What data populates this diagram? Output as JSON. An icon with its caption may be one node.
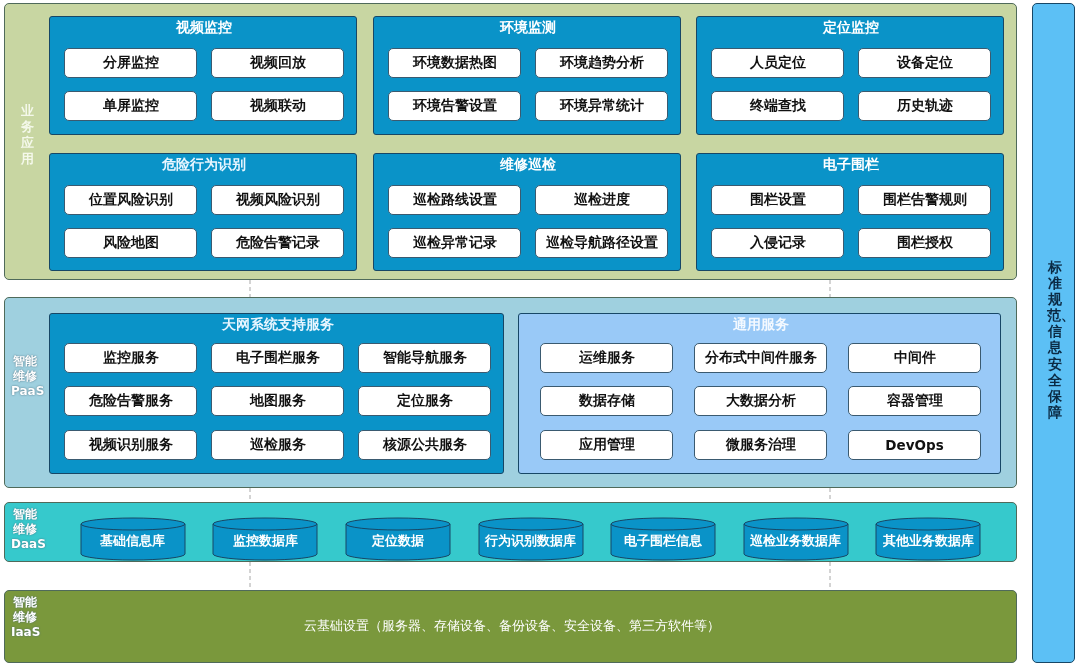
{
  "diagram": {
    "nodes": [
      {
        "text": [
          "业务应用"
        ]
      },
      {
        "text": [
          "视频监控"
        ],
        "in": 0
      },
      {
        "text": [
          "分屏监控"
        ],
        "in": 1
      },
      {
        "text": [
          "视频回放"
        ],
        "in": 1
      },
      {
        "text": [
          "单屏监控"
        ],
        "in": 1
      },
      {
        "text": [
          "视频联动"
        ],
        "in": 1
      },
      {
        "text": [
          "环境监测"
        ],
        "in": 0
      },
      {
        "text": [
          "环境数据热图"
        ],
        "in": 6
      },
      {
        "text": [
          "环境趋势分析"
        ],
        "in": 6
      },
      {
        "text": [
          "环境告警设置"
        ],
        "in": 6
      },
      {
        "text": [
          "环境异常统计"
        ],
        "in": 6
      },
      {
        "text": [
          "定位监控"
        ],
        "in": 0
      },
      {
        "text": [
          "人员定位"
        ],
        "in": 11
      },
      {
        "text": [
          "设备定位"
        ],
        "in": 11
      },
      {
        "text": [
          "终端查找"
        ],
        "in": 11
      },
      {
        "text": [
          "历史轨迹"
        ],
        "in": 11
      },
      {
        "text": [
          "危险行为识别"
        ],
        "in": 0
      },
      {
        "text": [
          "位置风险识别"
        ],
        "in": 16
      },
      {
        "text": [
          "视频风险识别"
        ],
        "in": 16
      },
      {
        "text": [
          "风险地图"
        ],
        "in": 16
      },
      {
        "text": [
          "危险告警记录"
        ],
        "in": 16
      },
      {
        "text": [
          "维修巡检"
        ],
        "in": 0
      },
      {
        "text": [
          "巡检路线设置"
        ],
        "in": 21
      },
      {
        "text": [
          "巡检进度"
        ],
        "in": 21
      },
      {
        "text": [
          "巡检异常记录"
        ],
        "in": 21
      },
      {
        "text": [
          "巡检导航路径设置"
        ],
        "in": 21
      },
      {
        "text": [
          "电子围栏"
        ],
        "in": 0
      },
      {
        "text": [
          "围栏设置"
        ],
        "in": 26
      },
      {
        "text": [
          "围栏告警规则"
        ],
        "in": 26
      },
      {
        "text": [
          "入侵记录"
        ],
        "in": 26
      },
      {
        "text": [
          "围栏授权"
        ],
        "in": 26
      },
      {
        "text": [
          "智能维修 PaaS"
        ]
      },
      {
        "text": [
          "天网系统支持服务"
        ],
        "in": 31
      },
      {
        "text": [
          "监控服务"
        ],
        "in": 32
      },
      {
        "text": [
          "电子围栏服务"
        ],
        "in": 32
      },
      {
        "text": [
          "智能导航服务"
        ],
        "in": 32
      },
      {
        "text": [
          "危险告警服务"
        ],
        "in": 32
      },
      {
        "text": [
          "地图服务"
        ],
        "in": 32
      },
      {
        "text": [
          "定位服务"
        ],
        "in": 32
      },
      {
        "text": [
          "视频识别服务"
        ],
        "in": 32
      },
      {
        "text": [
          "巡检服务"
        ],
        "in": 32
      },
      {
        "text": [
          "核源公共服务"
        ],
        "in": 32
      },
      {
        "text": [
          "通用服务"
        ],
        "in": 31
      },
      {
        "text": [
          "运维服务"
        ],
        "in": 42
      },
      {
        "text": [
          "分布式中间件服务"
        ],
        "in": 42
      },
      {
        "text": [
          "中间件"
        ],
        "in": 42
      },
      {
        "text": [
          "数据存储"
        ],
        "in": 42
      },
      {
        "text": [
          "大数据分析"
        ],
        "in": 42
      },
      {
        "text": [
          "容器管理"
        ],
        "in": 42
      },
      {
        "text": [
          "应用管理"
        ],
        "in": 42
      },
      {
        "text": [
          "微服务治理"
        ],
        "in": 42
      },
      {
        "text": [
          "DevOps"
        ],
        "in": 42
      },
      {
        "text": [
          "智能维修 DaaS"
        ]
      },
      {
        "text": [
          "基础信息库"
        ],
        "in": 52
      },
      {
        "text": [
          "监控数据库"
        ],
        "in": 52
      },
      {
        "text": [
          "定位数据"
        ],
        "in": 52
      },
      {
        "text": [
          "行为识别数据库"
        ],
        "in": 52
      },
      {
        "text": [
          "电子围栏信息"
        ],
        "in": 52
      },
      {
        "text": [
          "巡检业务数据库"
        ],
        "in": 52
      },
      {
        "text": [
          "其他业务数据库"
        ],
        "in": 52
      },
      {
        "text": [
          "智能维修 IaaS",
          "云基础设置（服务器、存储设备、备份设备、安全设备、第三方软件等）"
        ]
      },
      {
        "text": [
          "标准规范、信息安全保障"
        ]
      }
    ],
    "edges": [
      {
        "from": 0,
        "to": 31,
        "arrow": "none",
        "style": "dashed"
      },
      {
        "from": 0,
        "to": 31,
        "arrow": "none",
        "style": "dashed"
      },
      {
        "from": 31,
        "to": 52,
        "arrow": "none",
        "style": "dashed"
      },
      {
        "from": 31,
        "to": 52,
        "arrow": "none",
        "style": "dashed"
      },
      {
        "from": 52,
        "to": 60,
        "arrow": "none",
        "style": "dashed"
      },
      {
        "from": 52,
        "to": 60,
        "arrow": "none",
        "style": "dashed"
      }
    ]
  }
}
